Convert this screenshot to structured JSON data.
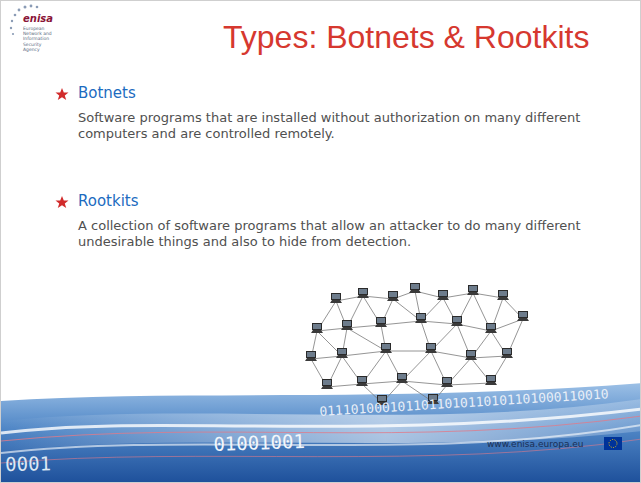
{
  "diagram": {
    "title": "Types: Botnets & Rootkits",
    "labels": [
      "enisa",
      "European Network and Information Security Agency",
      "Botnets",
      "Software programs that are installed without authorization on many different computers and are controlled remotely.",
      "Rootkits",
      "A collection of software programs that allow an attacker to do many different undesirable things and also to hide from detection.",
      "0111010001011011010110101101000110010",
      "01001001",
      "0001",
      "www.enisa.europa.eu"
    ]
  }
}
